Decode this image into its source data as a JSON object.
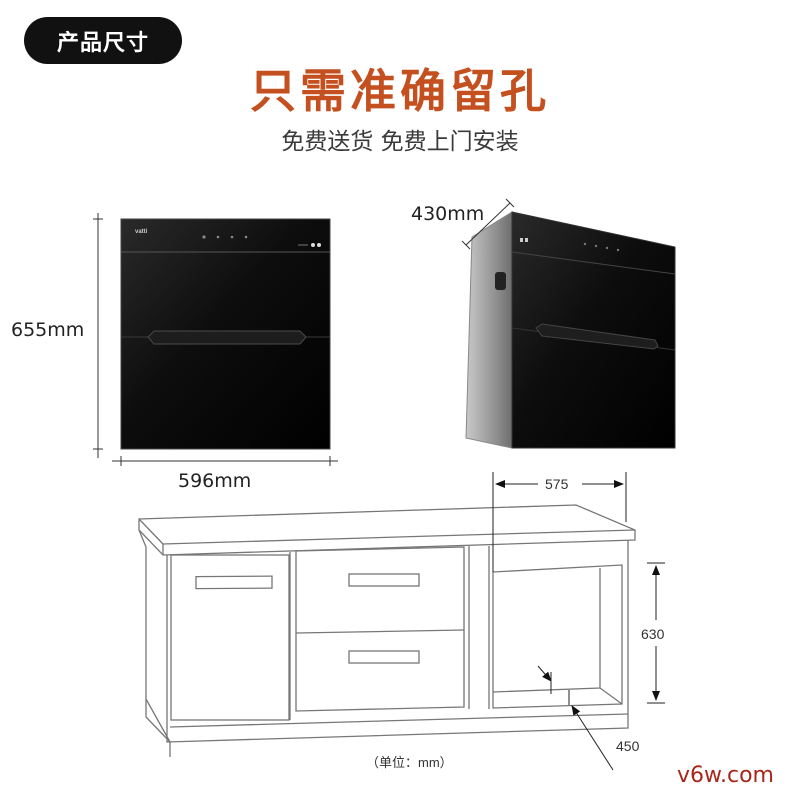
{
  "header": {
    "badge_label": "产品尺寸",
    "title": "只需准确留孔",
    "subtitle": "免费送货 免费上门安装"
  },
  "front_view": {
    "brand": "vatti",
    "height_label": "655mm",
    "width_label": "596mm"
  },
  "perspective_view": {
    "depth_label": "430mm"
  },
  "cabinet_diagram": {
    "cutout_width": "575",
    "cutout_height": "630",
    "cutout_depth": "450",
    "unit_note": "（单位：mm）"
  },
  "watermark": "v6w.com",
  "colors": {
    "title": "#c4501f",
    "badge_bg": "#111111",
    "watermark": "#a8271a",
    "product_black": "#0a0a0a"
  }
}
